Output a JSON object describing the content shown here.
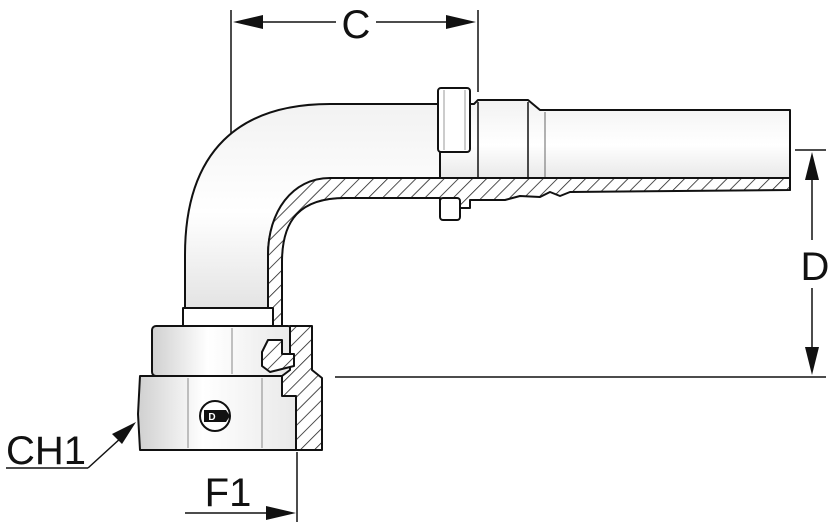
{
  "labels": {
    "c": "C",
    "d": "D",
    "ch1": "CH1",
    "f1": "F1"
  },
  "colors": {
    "line": "#111111",
    "body": "#ffffff",
    "hatch": "#222222",
    "shade": "#d8d8d8"
  },
  "icons": {
    "logo": "dunlop-logo-icon"
  }
}
